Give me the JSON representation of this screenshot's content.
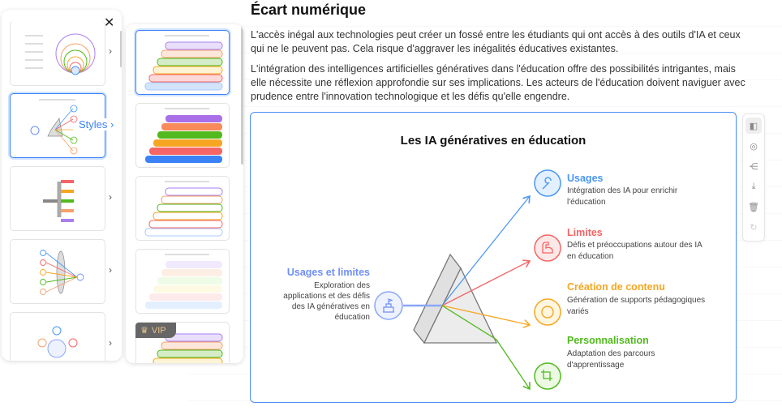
{
  "document": {
    "heading": "Écart numérique",
    "paragraph1_line1": "L'accès inégal aux technologies peut créer un fossé entre les étudiants qui ont accès à des outils d'IA et ceux",
    "paragraph1_line2": "qui ne le peuvent pas. Cela risque d'aggraver les inégalités éducatives existantes.",
    "paragraph2_line1": "L'intégration des intelligences artificielles génératives dans l'éducation offre des possibilités intrigantes, mais",
    "paragraph2_line2": "elle nécessite une réflexion approfondie sur ses implications. Les acteurs de l'éducation doivent naviguer avec",
    "paragraph2_line3": "prudence entre l'innovation technologique et les défis qu'elle engendre."
  },
  "diagram": {
    "title": "Les IA génératives en éducation",
    "source": {
      "title": "Usages et limites",
      "desc": [
        "Exploration des",
        "applications et des défis",
        "des IA génératives en",
        "éducation"
      ],
      "color": "#6f8ff7"
    },
    "branches": [
      {
        "title": "Usages",
        "desc": [
          "Intégration des IA pour enrichir",
          "l'éducation"
        ],
        "color": "#4a97f5",
        "icon": "wrench-icon"
      },
      {
        "title": "Limites",
        "desc": [
          "Défis et préoccupations autour des IA",
          "en éducation"
        ],
        "color": "#f56565",
        "icon": "flexed-arm-icon"
      },
      {
        "title": "Création de contenu",
        "desc": [
          "Génération de supports pédagogiques",
          "variés"
        ],
        "color": "#f6a623",
        "icon": "circle-icon"
      },
      {
        "title": "Personnalisation",
        "desc": [
          "Adaptation des parcours",
          "d'apprentissage"
        ],
        "color": "#52b91e",
        "icon": "crop-icon"
      }
    ]
  },
  "toolbar": {
    "icons": [
      "swap-style-icon",
      "palette-icon",
      "tree-icon",
      "download-icon",
      "trash-icon",
      "redo-icon"
    ]
  },
  "template_panel": {
    "styles_label": "Styles",
    "vip_label": "VIP"
  }
}
